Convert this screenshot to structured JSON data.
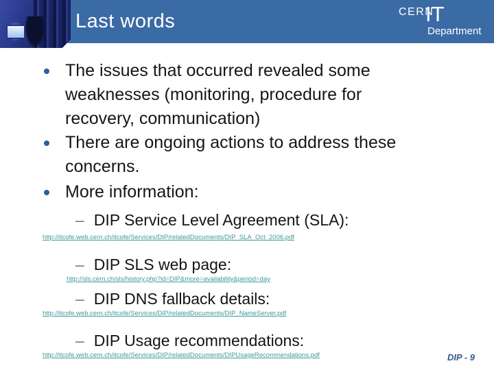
{
  "slide": {
    "title": "Last words",
    "page_number": "DIP - 9"
  },
  "logo": {
    "org": "CERN",
    "unit": "IT",
    "department": "Department"
  },
  "glyphs": {
    "dash": "–"
  },
  "bullets": [
    {
      "text": "The issues that occurred revealed some weaknesses (monitoring, procedure for recovery, communication)"
    },
    {
      "text": "There are ongoing actions to address these concerns."
    },
    {
      "text": "More information:"
    }
  ],
  "sub_items": [
    {
      "label": "DIP Service Level Agreement (SLA):",
      "url": "http://itcofe.web.cern.ch/itcofe/Services/DIP/relatedDocuments/DIP_SLA_Oct_2006.pdf"
    },
    {
      "label": "DIP SLS web page:",
      "url": "http://sls.cern.ch/sls/history.php?id=DIP&more=availability&period=day"
    },
    {
      "label": "DIP DNS fallback details:",
      "url": "http://itcofe.web.cern.ch/itcofe/Services/DIP/relatedDocuments/DIP_NameServer.pdf"
    },
    {
      "label": "DIP Usage recommendations:",
      "url": "http://itcofe.web.cern.ch/itcofe/Services/DIP/relatedDocuments/DIPUsageRecommendations.pdf"
    }
  ],
  "colors": {
    "header_blue": "#3b6ba5",
    "photo_navy": "#1d2a6e",
    "bullet_blue": "#2d5f9f",
    "dash_slate": "#5f7b96",
    "link_teal": "#3d9999",
    "page_number_blue": "#33568c",
    "body_text": "#161616",
    "background": "#ffffff"
  }
}
